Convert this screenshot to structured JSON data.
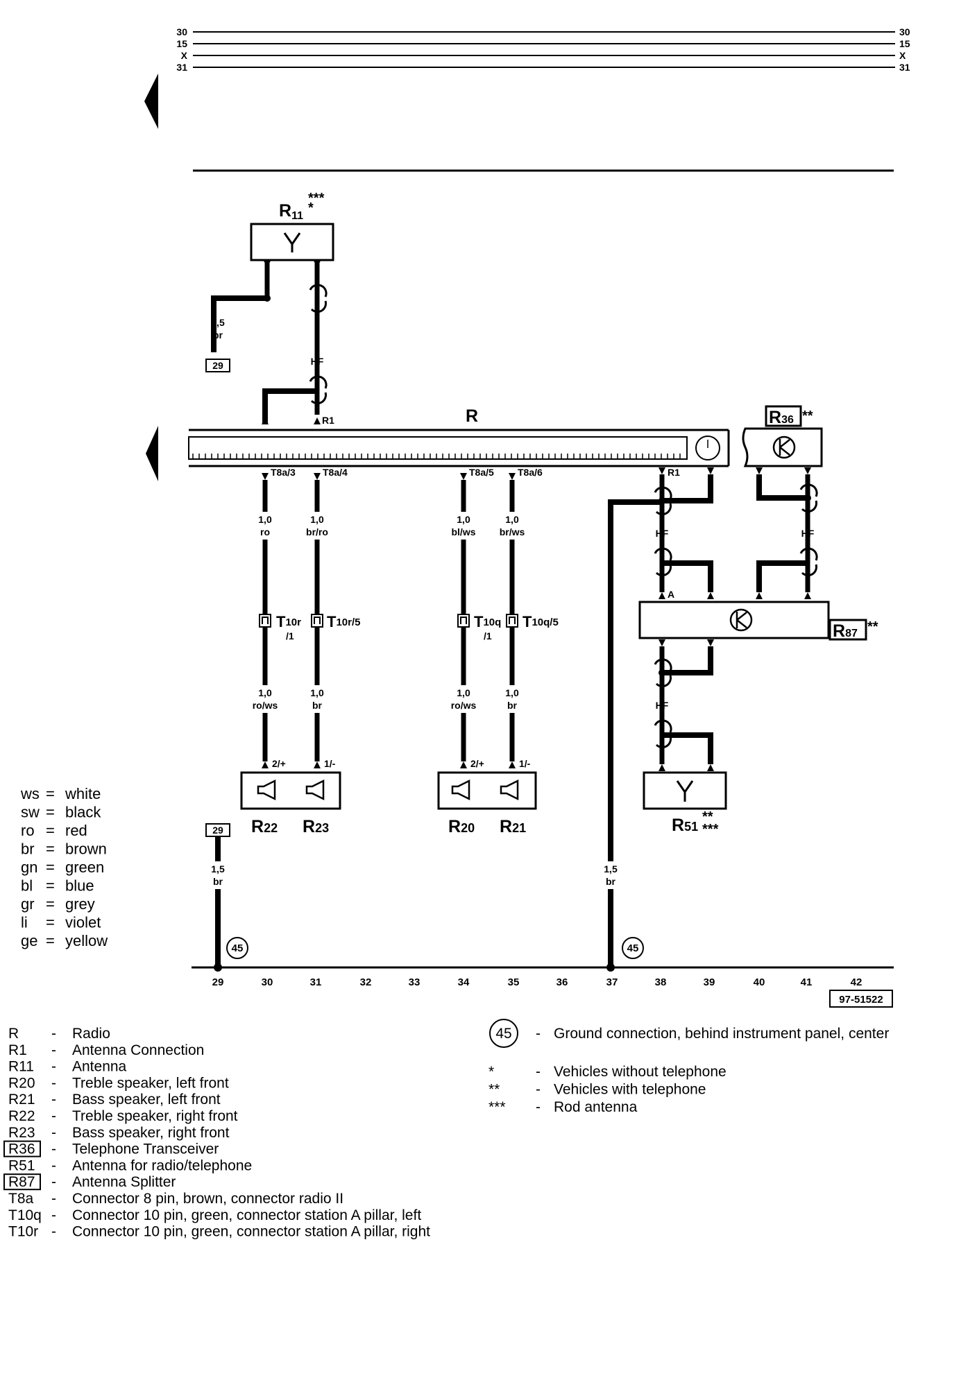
{
  "bus_lines": [
    "30",
    "15",
    "X",
    "31"
  ],
  "components": {
    "radio": "R",
    "antenna_r11": {
      "base": "R",
      "sub": "11",
      "mark_top": "***",
      "mark_bottom": "*"
    },
    "transceiver_r36": {
      "base": "R",
      "sub": "36",
      "mark": "**"
    },
    "splitter_r87": {
      "base": "R",
      "sub": "87",
      "mark": "**"
    },
    "antenna_r51": {
      "base": "R",
      "sub": "51",
      "mark_top": "**",
      "mark_bottom": "***"
    },
    "speaker_r22": {
      "base": "R",
      "sub": "22"
    },
    "speaker_r23": {
      "base": "R",
      "sub": "23"
    },
    "speaker_r20": {
      "base": "R",
      "sub": "20"
    },
    "speaker_r21": {
      "base": "R",
      "sub": "21"
    }
  },
  "pins": {
    "r1_top": "R1",
    "r1_right": "R1",
    "t8a3": "T8a/3",
    "t8a4": "T8a/4",
    "t8a5": "T8a/5",
    "t8a6": "T8a/6",
    "splitter_a": "A",
    "spk22": "2/+",
    "spk23": "1/-",
    "spk20": "2/+",
    "spk21": "1/-"
  },
  "connectors": {
    "t10r1": {
      "base": "T",
      "sub": "10r",
      "suffix": "/1"
    },
    "t10r5": {
      "base": "T",
      "sub": "10r/5"
    },
    "t10q1": {
      "base": "T",
      "sub": "10q",
      "suffix": "/1"
    },
    "t10q5": {
      "base": "T",
      "sub": "10q/5"
    }
  },
  "wires": {
    "w_ant_ground": [
      "1,5",
      "br"
    ],
    "w_hf_top": "HF",
    "w_30_upper": [
      "1,0",
      "ro"
    ],
    "w_31_upper": [
      "1,0",
      "br/ro"
    ],
    "w_34_upper": [
      "1,0",
      "bl/ws"
    ],
    "w_35_upper": [
      "1,0",
      "br/ws"
    ],
    "w_30_lower": [
      "1,0",
      "ro/ws"
    ],
    "w_31_lower": [
      "1,0",
      "br"
    ],
    "w_34_lower": [
      "1,0",
      "ro/ws"
    ],
    "w_35_lower": [
      "1,0",
      "br"
    ],
    "w_29_ground": [
      "1,5",
      "br"
    ],
    "w_37_ground": [
      "1,5",
      "br"
    ],
    "hf_38_upper": "HF",
    "hf_41_upper": "HF",
    "hf_38_lower": "HF"
  },
  "ref_box": "29",
  "ground_point": "45",
  "column_numbers": [
    "29",
    "30",
    "31",
    "32",
    "33",
    "34",
    "35",
    "36",
    "37",
    "38",
    "39",
    "40",
    "41",
    "42"
  ],
  "drawing_id": "97-51522",
  "color_legend": [
    {
      "code": "ws",
      "name": "white"
    },
    {
      "code": "sw",
      "name": "black"
    },
    {
      "code": "ro",
      "name": "red"
    },
    {
      "code": "br",
      "name": "brown"
    },
    {
      "code": "gn",
      "name": "green"
    },
    {
      "code": "bl",
      "name": "blue"
    },
    {
      "code": "gr",
      "name": "grey"
    },
    {
      "code": "li",
      "name": "violet"
    },
    {
      "code": "ge",
      "name": "yellow"
    }
  ],
  "legend_sep": "=",
  "desc_dash": "-",
  "component_list": [
    {
      "code": "R",
      "desc": "Radio",
      "boxed": false
    },
    {
      "code": "R1",
      "desc": "Antenna Connection",
      "boxed": false
    },
    {
      "code": "R11",
      "desc": "Antenna",
      "boxed": false
    },
    {
      "code": "R20",
      "desc": "Treble speaker, left front",
      "boxed": false
    },
    {
      "code": "R21",
      "desc": "Bass speaker, left front",
      "boxed": false
    },
    {
      "code": "R22",
      "desc": "Treble speaker, right front",
      "boxed": false
    },
    {
      "code": "R23",
      "desc": "Bass speaker, right front",
      "boxed": false
    },
    {
      "code": "R36",
      "desc": "Telephone Transceiver",
      "boxed": true
    },
    {
      "code": "R51",
      "desc": "Antenna for radio/telephone",
      "boxed": false
    },
    {
      "code": "R87",
      "desc": "Antenna Splitter",
      "boxed": true
    },
    {
      "code": "T8a",
      "desc": "Connector 8 pin, brown, connector radio II",
      "boxed": false
    },
    {
      "code": "T10q",
      "desc": "Connector 10 pin, green, connector station A pillar, left",
      "boxed": false
    },
    {
      "code": "T10r",
      "desc": "Connector 10 pin, green, connector station A pillar, right",
      "boxed": false
    }
  ],
  "notes": {
    "ground": {
      "symbol": "45",
      "desc": "Ground connection, behind instrument panel, center"
    },
    "footnotes": [
      {
        "mark": "*",
        "desc": "Vehicles without telephone"
      },
      {
        "mark": "**",
        "desc": "Vehicles with telephone"
      },
      {
        "mark": "***",
        "desc": "Rod antenna"
      }
    ]
  }
}
